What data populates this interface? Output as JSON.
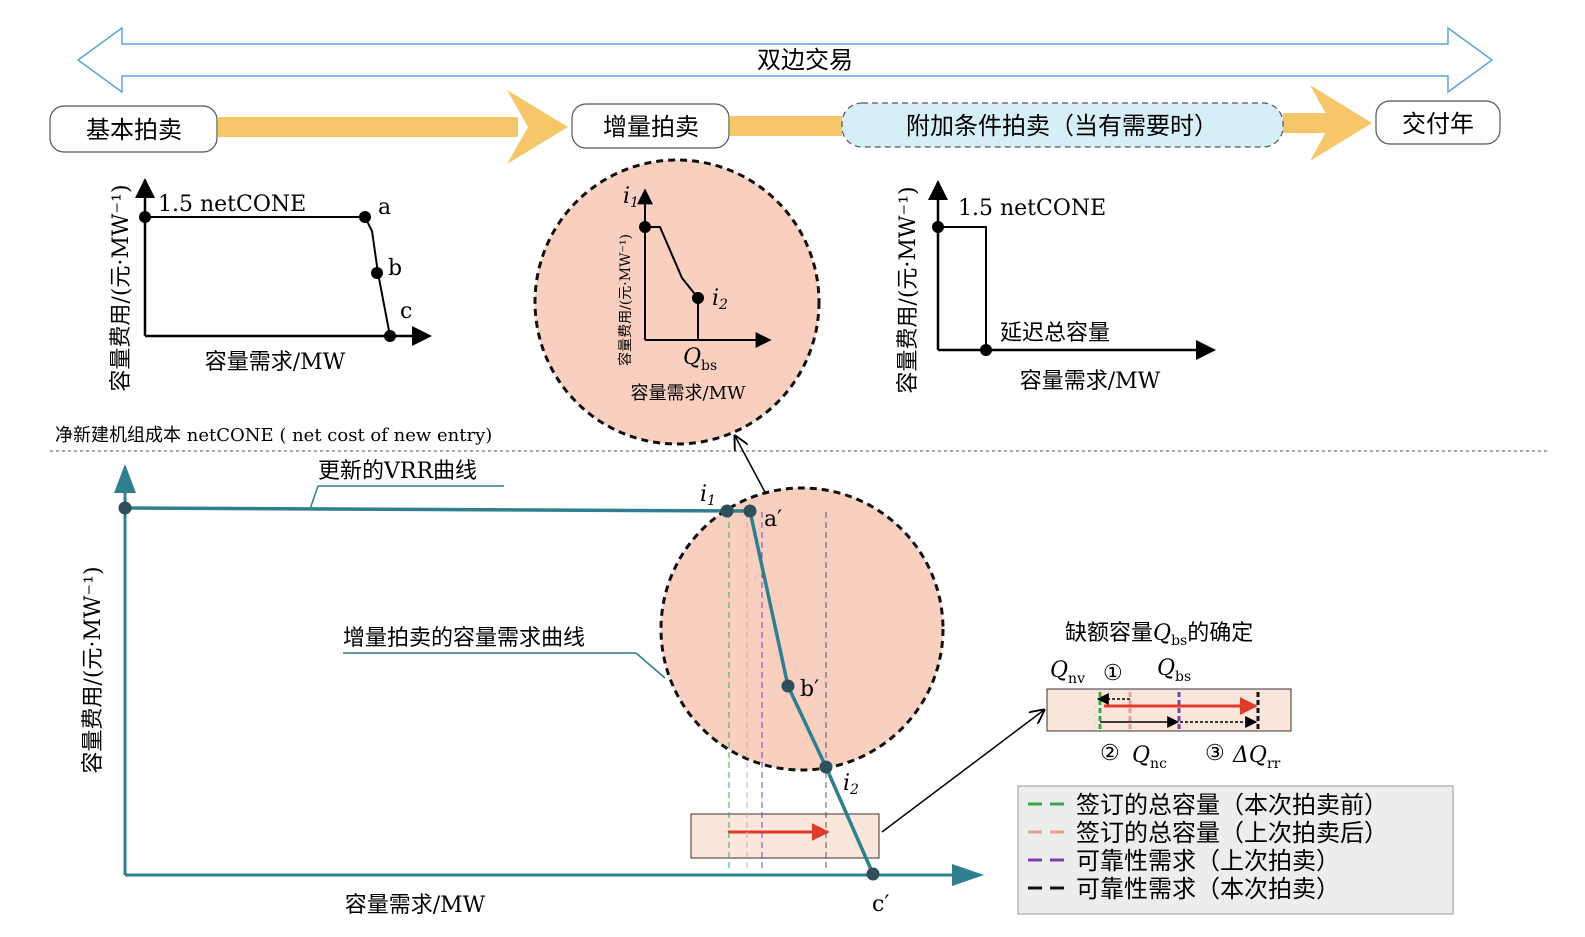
{
  "timeline": {
    "bilateral": "双边交易",
    "stage_base": "基本拍卖",
    "stage_incremental": "增量拍卖",
    "stage_conditional": "附加条件拍卖（当有需要时）",
    "stage_delivery": "交付年"
  },
  "left_chart": {
    "ylabel": "容量费用/(元·MW⁻¹)",
    "xlabel": "容量需求/MW",
    "price_label": "1.5 netCONE",
    "points": [
      "a",
      "b",
      "c"
    ]
  },
  "mid_chart": {
    "ylabel": "容量费用/(元·MW⁻¹)",
    "xlabel": "容量需求/MW",
    "i1_base": "i",
    "i1_sub": "1",
    "i2_base": "i",
    "i2_sub": "2",
    "q_base": "Q",
    "q_sub": "bs"
  },
  "right_chart": {
    "ylabel": "容量费用/(元·MW⁻¹)",
    "xlabel": "容量需求/MW",
    "price_label": "1.5 netCONE",
    "delay_label": "延迟总容量"
  },
  "footnote": "净新建机组成本  netCONE ( net cost of  new entry)",
  "main_chart": {
    "ylabel": "容量费用/(元·MW⁻¹)",
    "xlabel": "容量需求/MW",
    "vrr_label": "更新的VRR曲线",
    "incr_label": "增量拍卖的容量需求曲线",
    "i1_base": "i",
    "i1_sub": "1",
    "i2_base": "i",
    "i2_sub": "2",
    "a_label": "a′",
    "b_label": "b′",
    "c_label": "c′"
  },
  "shortfall": {
    "title_prefix": "缺额容量",
    "title_q": "Q",
    "title_sub": "bs",
    "title_suffix": "的确定",
    "qnv_base": "Q",
    "qnv_sub": "nv",
    "circle1": "①",
    "qbs_base": "Q",
    "qbs_sub": "bs",
    "circle2": "②",
    "qnc_base": "Q",
    "qnc_sub": "nc",
    "circle3": "③",
    "dq_base": "ΔQ",
    "dq_sub": "rr"
  },
  "legend": {
    "items": [
      {
        "label": "签订的总容量（本次拍卖前）",
        "color": "#3aa84a"
      },
      {
        "label": "签订的总容量（上次拍卖后）",
        "color": "#e0a39c"
      },
      {
        "label": "可靠性需求（上次拍卖）",
        "color": "#7b3fb5"
      },
      {
        "label": "可靠性需求（本次拍卖）",
        "color": "#111111"
      }
    ]
  },
  "colors": {
    "teal": "#2f7f8e",
    "orange_arrow": "#f5c76a",
    "pink_circle": "#f9cfc0",
    "light_blue": "#d6eef5",
    "red_arrow": "#e03a2a",
    "arrow_outline": "#5aa6d6"
  }
}
